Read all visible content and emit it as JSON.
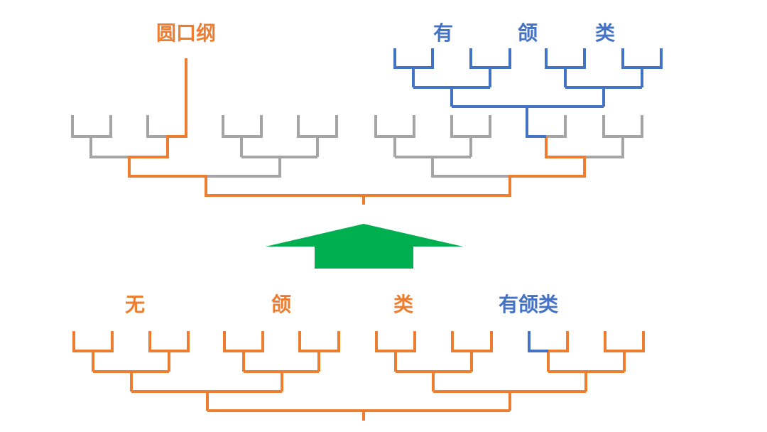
{
  "colors": {
    "orange": "#ED7D31",
    "blue": "#4472C4",
    "gray": "#A5A5A5",
    "green": "#00B050"
  },
  "top": {
    "label_orange": "圆口纲",
    "label_blue_1": "有",
    "label_blue_2": "颌",
    "label_blue_3": "类"
  },
  "bottom": {
    "label_1": "无",
    "label_2": "颌",
    "label_3": "类",
    "label_4": "有颌类"
  },
  "arrow": {
    "direction": "up",
    "icon": "up-arrow-icon"
  }
}
